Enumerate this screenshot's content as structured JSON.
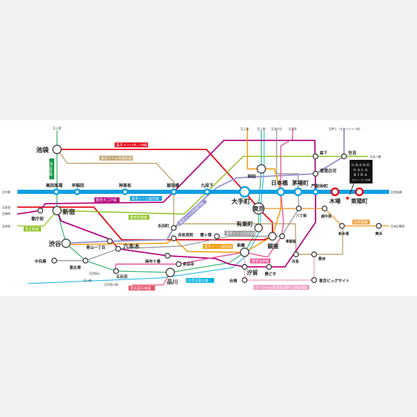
{
  "colors": {
    "tozai": "#0f9fe3",
    "marunouchi": "#e60012",
    "yamanote": "#3cb371",
    "oedo": "#b6007a",
    "yurakucho": "#c1a470",
    "shinjuku": "#8dc21f",
    "hanzomon": "#9b97d4",
    "ginza": "#f39700",
    "hibiya": "#9b9b9b",
    "asakusa": "#e85298",
    "keikyu": "#e8546d",
    "keiyo": "#f0a040",
    "keihin_tohoku": "#00b2e5",
    "yurikamome": "#f09ac0",
    "brand_bg": "#111111"
  },
  "stations": {
    "ikebukuro": "池袋",
    "takadanobaba": "高田馬場",
    "waseda": "早稲田",
    "kagurazaka": "神楽坂",
    "iidabashi": "飯田橋",
    "kudanshita": "九段下",
    "otemachi": "大手町",
    "nihonbashi": "日本橋",
    "kayabacho": "茅場町",
    "monzennakacho": "門前仲町",
    "kiba": "木場",
    "toyocho": "東陽町",
    "kanda": "神田",
    "morishita": "森下",
    "sumiyoshi": "住吉",
    "kiyosumi": "清澄白河",
    "tokyo": "東京",
    "shinjuku": "新宿",
    "tochomae": "都庁前",
    "shibuya": "渋谷",
    "aoyama": "青山一丁目",
    "roppongi": "六本木",
    "nagatacho": "永田町",
    "akasakamitsuke": "赤坂見附",
    "kasumigaseki": "霞ヶ関",
    "yurakucho": "有楽町",
    "ginza": "銀座",
    "higashiginza": "東銀座",
    "shimbashi": "新橋",
    "shiodome": "汐留",
    "kachidoki": "勝どき",
    "tsukishima": "月島",
    "toyosu": "豊洲",
    "hatchobori": "八丁堀",
    "etchujima": "越中島",
    "shinkiba": "新木場",
    "maihama": "舞浜",
    "nakameguro": "中目黒",
    "ebisu": "恵比寿",
    "azabujuban": "麻布十番",
    "sengakuji": "泉岳寺",
    "gotanda": "五反田",
    "shinagawa": "品川",
    "daiba": "台場",
    "bigsight": "東京ビッグサイト"
  },
  "line_labels": {
    "marunouchi": "東京メトロ丸ノ内線",
    "yurakucho": "東京メトロ有楽町線",
    "yamanote": "JR山手線",
    "oedo": "都営大江戸線",
    "tozai": "東京メトロ東西線",
    "shinjuku": "都営新宿線",
    "keio": "京王新線",
    "hanzomon": "東京メトロ半蔵門線",
    "hibiya": "東京メトロ日比谷線",
    "ginza": "東京メトロ銀座線",
    "asakusa": "都営浅草線",
    "keihin_tohoku": "JR京浜東北線",
    "keikyu": "京浜急行本線",
    "keiyo": "JR京葉線",
    "yurikamome": "ゆりかもめ東京臨海新交通臨海線"
  },
  "terminals": {
    "yamanote_up": "至上野",
    "nakano": "至中野",
    "ogikubo": "至荻窪",
    "nerima": "至練馬",
    "sasazuka": "至笹塚",
    "nishifunabashi": "至西船橋",
    "ginza_ueno": "至上野",
    "keihin_ueno": "至上野",
    "kitasenju": "至北千住",
    "asakusa": "至浅草",
    "oshiage": "至押上（スカイツリー前）",
    "motoyawata": "至本八幡",
    "kaihinmakuhari": "至海浜幕張",
    "nishimagome": "至西馬込",
    "shinagawa_s": "至川崎",
    "keikyu_s": "至京急川崎"
  },
  "brand": {
    "line1": "GRAND",
    "line2": "GALA",
    "line3": "KIBA",
    "sub": "グランド・ガーラ木場"
  }
}
